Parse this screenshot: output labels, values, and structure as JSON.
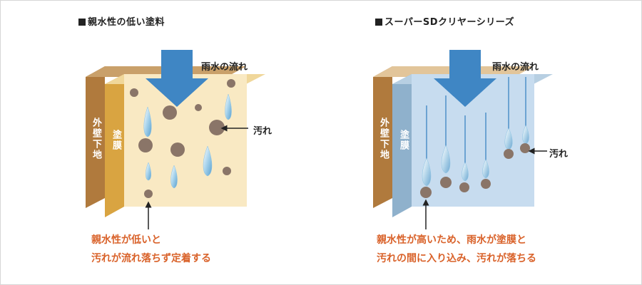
{
  "left_panel": {
    "title": "親水性の低い塗料",
    "wall_label": "外壁下地",
    "coat_label": "塗膜",
    "rain_label": "雨水の流れ",
    "dirt_label": "汚れ",
    "caption_line1": "親水性が低いと",
    "caption_line2": "汚れが流れ落ちず定着する"
  },
  "right_panel": {
    "title": "スーパーSDクリヤーシリーズ",
    "wall_label": "外壁下地",
    "coat_label": "塗膜",
    "rain_label": "雨水の流れ",
    "dirt_label": "汚れ",
    "caption_line1": "親水性が高いため、雨水が塗膜と",
    "caption_line2": "汚れの間に入り込み、汚れが落ちる"
  },
  "colors": {
    "wall": "#b07a3d",
    "left_coat": "#d9a441",
    "left_face": "#f9e9c3",
    "right_coat": "#8fb1cc",
    "right_face": "#c7dcef",
    "top": "#e9cc9a",
    "arrow": "#3f86c4",
    "dirt": "#8a7568",
    "caption": "#d9622a"
  },
  "icons": [
    "down-arrow-icon",
    "water-drop-icon",
    "dirt-spot-icon",
    "pointer-arrow-icon"
  ]
}
